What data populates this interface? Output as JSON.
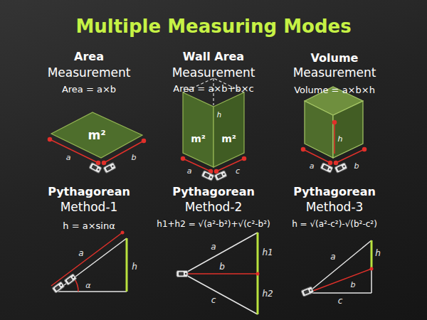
{
  "diagram": {
    "title": "Multiple Measuring Modes",
    "nodes": [
      {
        "text": [
          "m²"
        ]
      },
      {
        "text": [
          "m²"
        ]
      },
      {
        "text": [
          "m²"
        ]
      }
    ],
    "labels": [
      "Area",
      "Measurement",
      "Area = a×b",
      "a",
      "b",
      "Wall Area",
      "Measurement",
      "Area = a×b+b×c",
      "a",
      "c",
      "h",
      "Volume",
      "Measurement",
      "Volume = a×b×h",
      "a",
      "b",
      "h",
      "Pythagorean",
      "Method-1",
      "h = a×sinα",
      "a",
      "α",
      "h",
      "Pythagorean",
      "Method-2",
      "h1+h2 = √(a²-b²)+√(c²-b²)",
      "a",
      "b",
      "c",
      "h1",
      "h2",
      "Pythagorean",
      "Method-3",
      "h = √(a²-c²)-√(b²-c²)",
      "a",
      "b",
      "c",
      "h"
    ]
  }
}
